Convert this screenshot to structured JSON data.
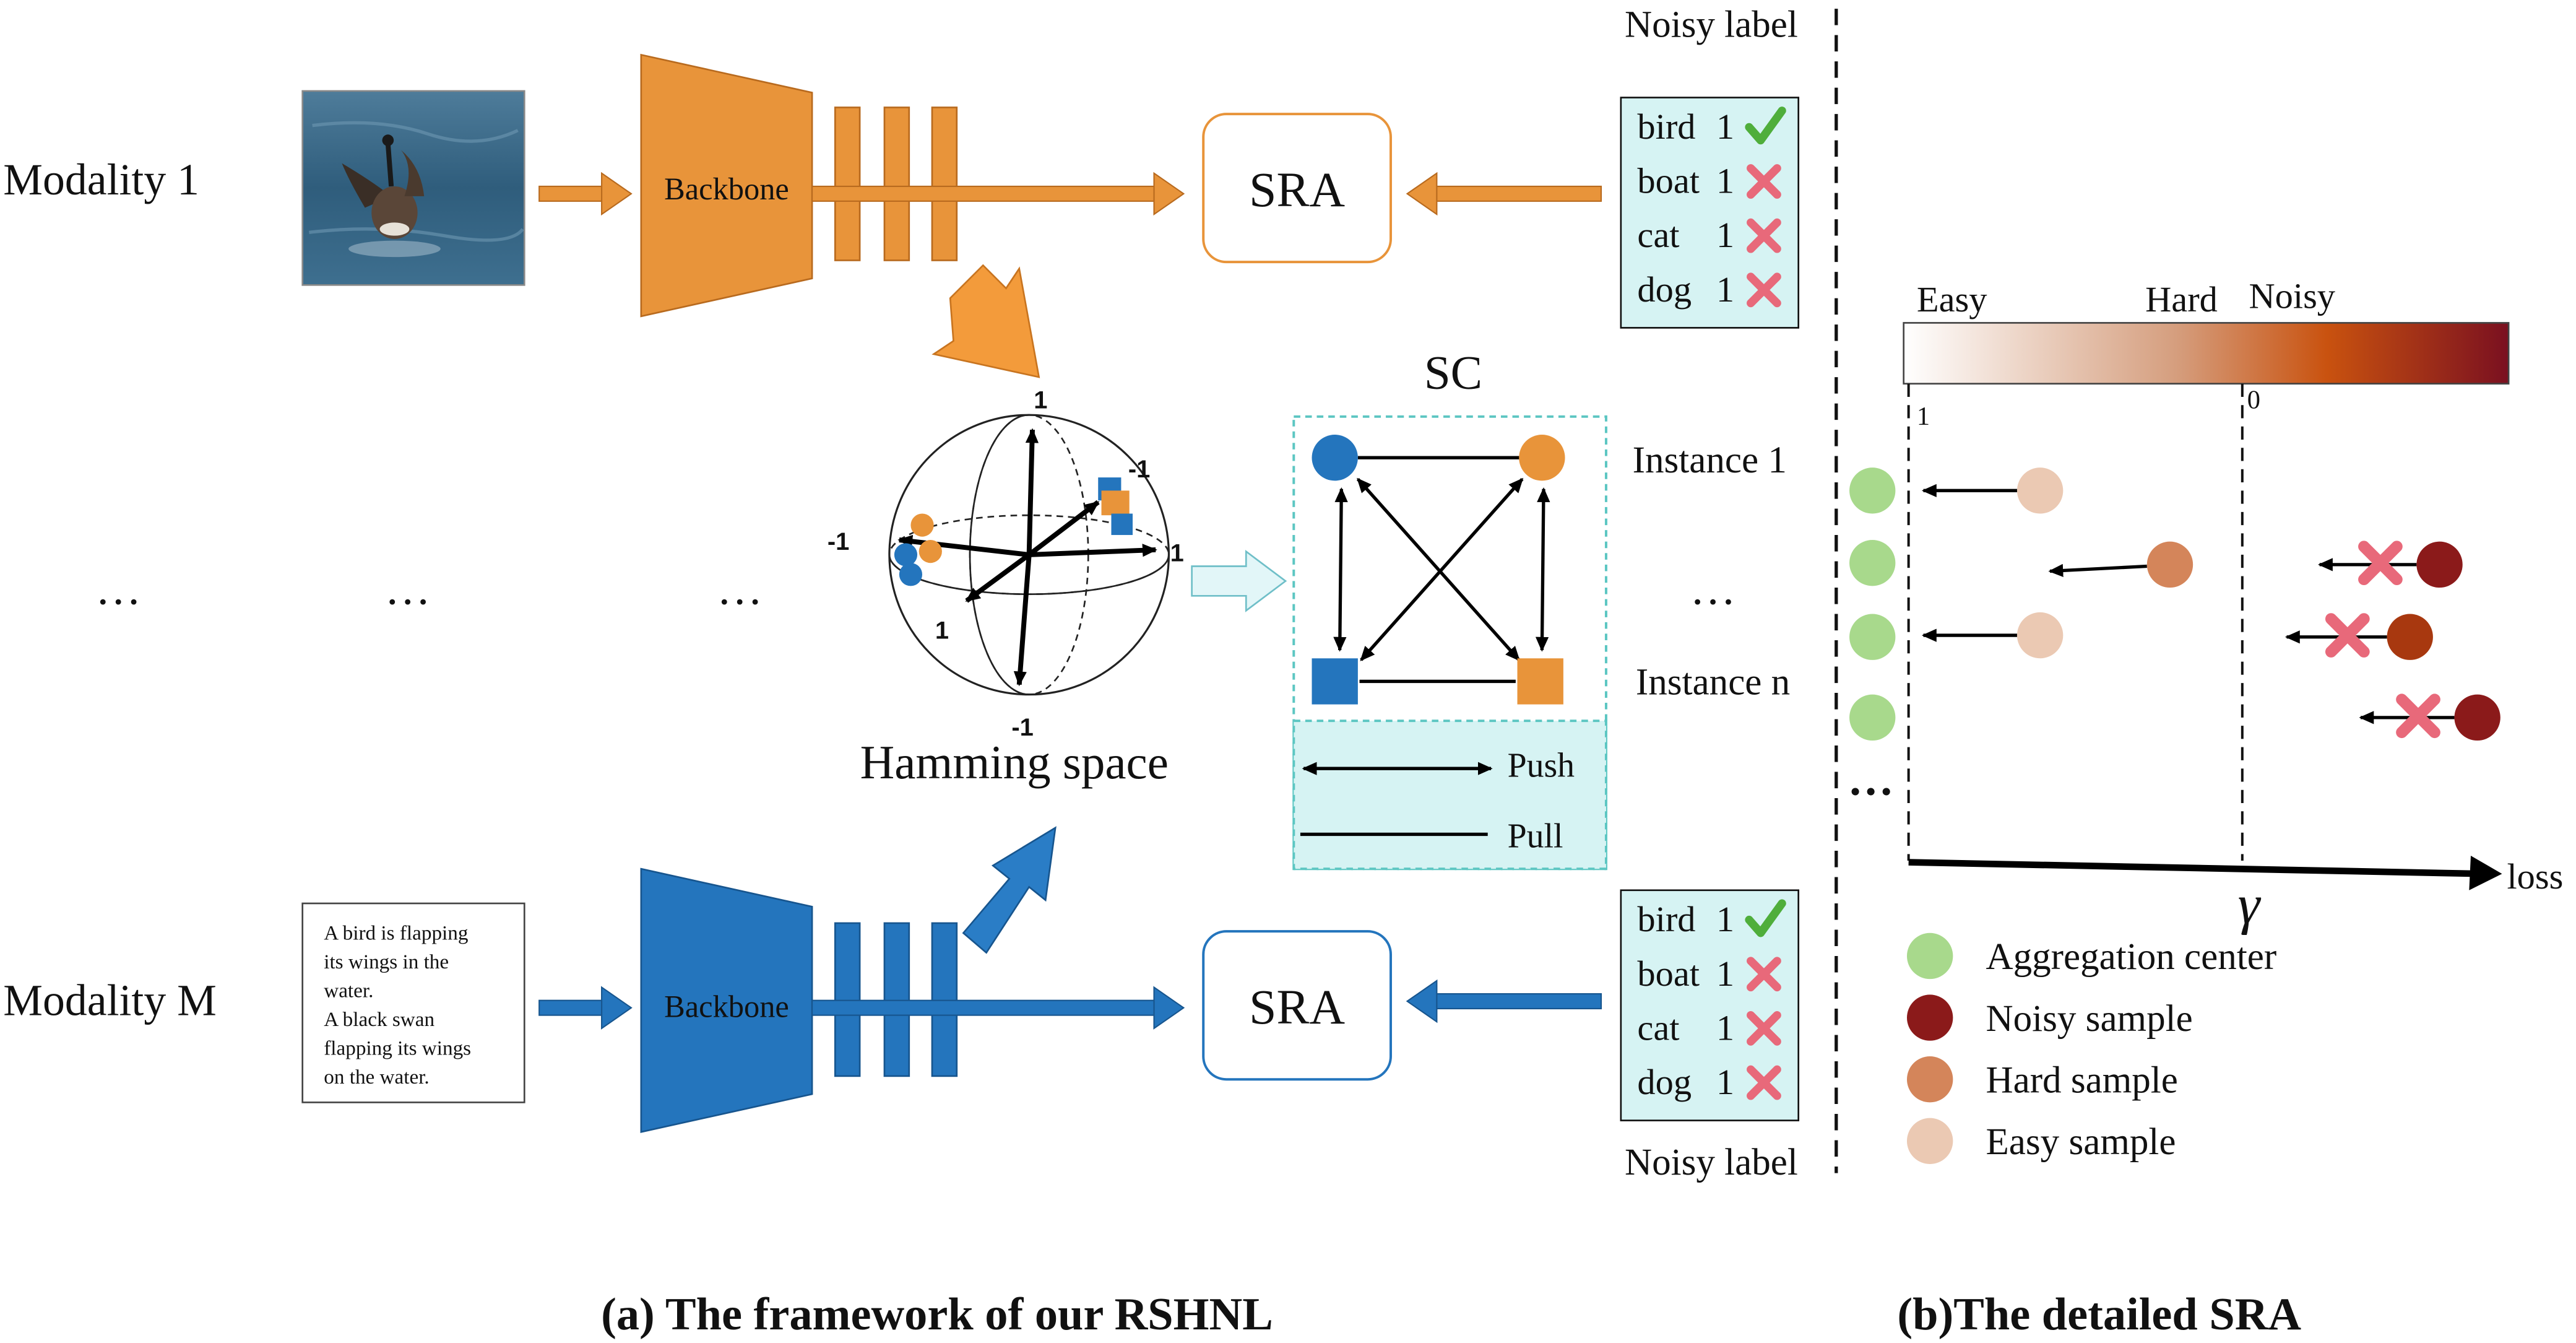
{
  "colors": {
    "orange": "#E8943A",
    "blue": "#2475BD",
    "teal_bg": "#D6F3F3",
    "teal_border": "#5CC6C2",
    "check_green": "#4FAE3B",
    "cross_red": "#E8697A",
    "agg_center": "#A8D98C",
    "noisy": "#8B1A1A",
    "hard": "#D4855A",
    "easy": "#EBC9B3"
  },
  "framework": {
    "modality_1": "Modality 1",
    "modality_m": "Modality M",
    "backbone": "Backbone",
    "sra": "SRA",
    "ellipsis": "…",
    "noisy_label": "Noisy label",
    "labels": [
      {
        "name": "bird",
        "value": "1",
        "correct": true
      },
      {
        "name": "boat",
        "value": "1",
        "correct": false
      },
      {
        "name": "cat",
        "value": "1",
        "correct": false
      },
      {
        "name": "dog",
        "value": "1",
        "correct": false
      }
    ],
    "text_input": [
      "A bird is flapping",
      "its wings in the",
      "water.",
      "A black swan",
      "flapping its wings",
      "on the water."
    ],
    "hamming": {
      "title": "Hamming space",
      "one": "1",
      "neg_one": "-1"
    },
    "sc": {
      "title": "SC",
      "instance_1": "Instance 1",
      "instance_n": "Instance n",
      "push": "Push",
      "pull": "Pull"
    },
    "caption": "(a) The framework of our RSHNL"
  },
  "sra_detail": {
    "scale": {
      "easy": "Easy",
      "hard": "Hard",
      "noisy": "Noisy",
      "tick_1": "1",
      "tick_0": "0"
    },
    "axis_label": "loss",
    "gamma": "γ",
    "ellipsis": "…",
    "legend": [
      {
        "label": "Aggregation center",
        "color": "#A8D98C"
      },
      {
        "label": "Noisy sample",
        "color": "#8B1A1A"
      },
      {
        "label": "Hard sample",
        "color": "#D4855A"
      },
      {
        "label": "Easy sample",
        "color": "#EBC9B3"
      }
    ],
    "caption": "(b)The detailed SRA"
  }
}
